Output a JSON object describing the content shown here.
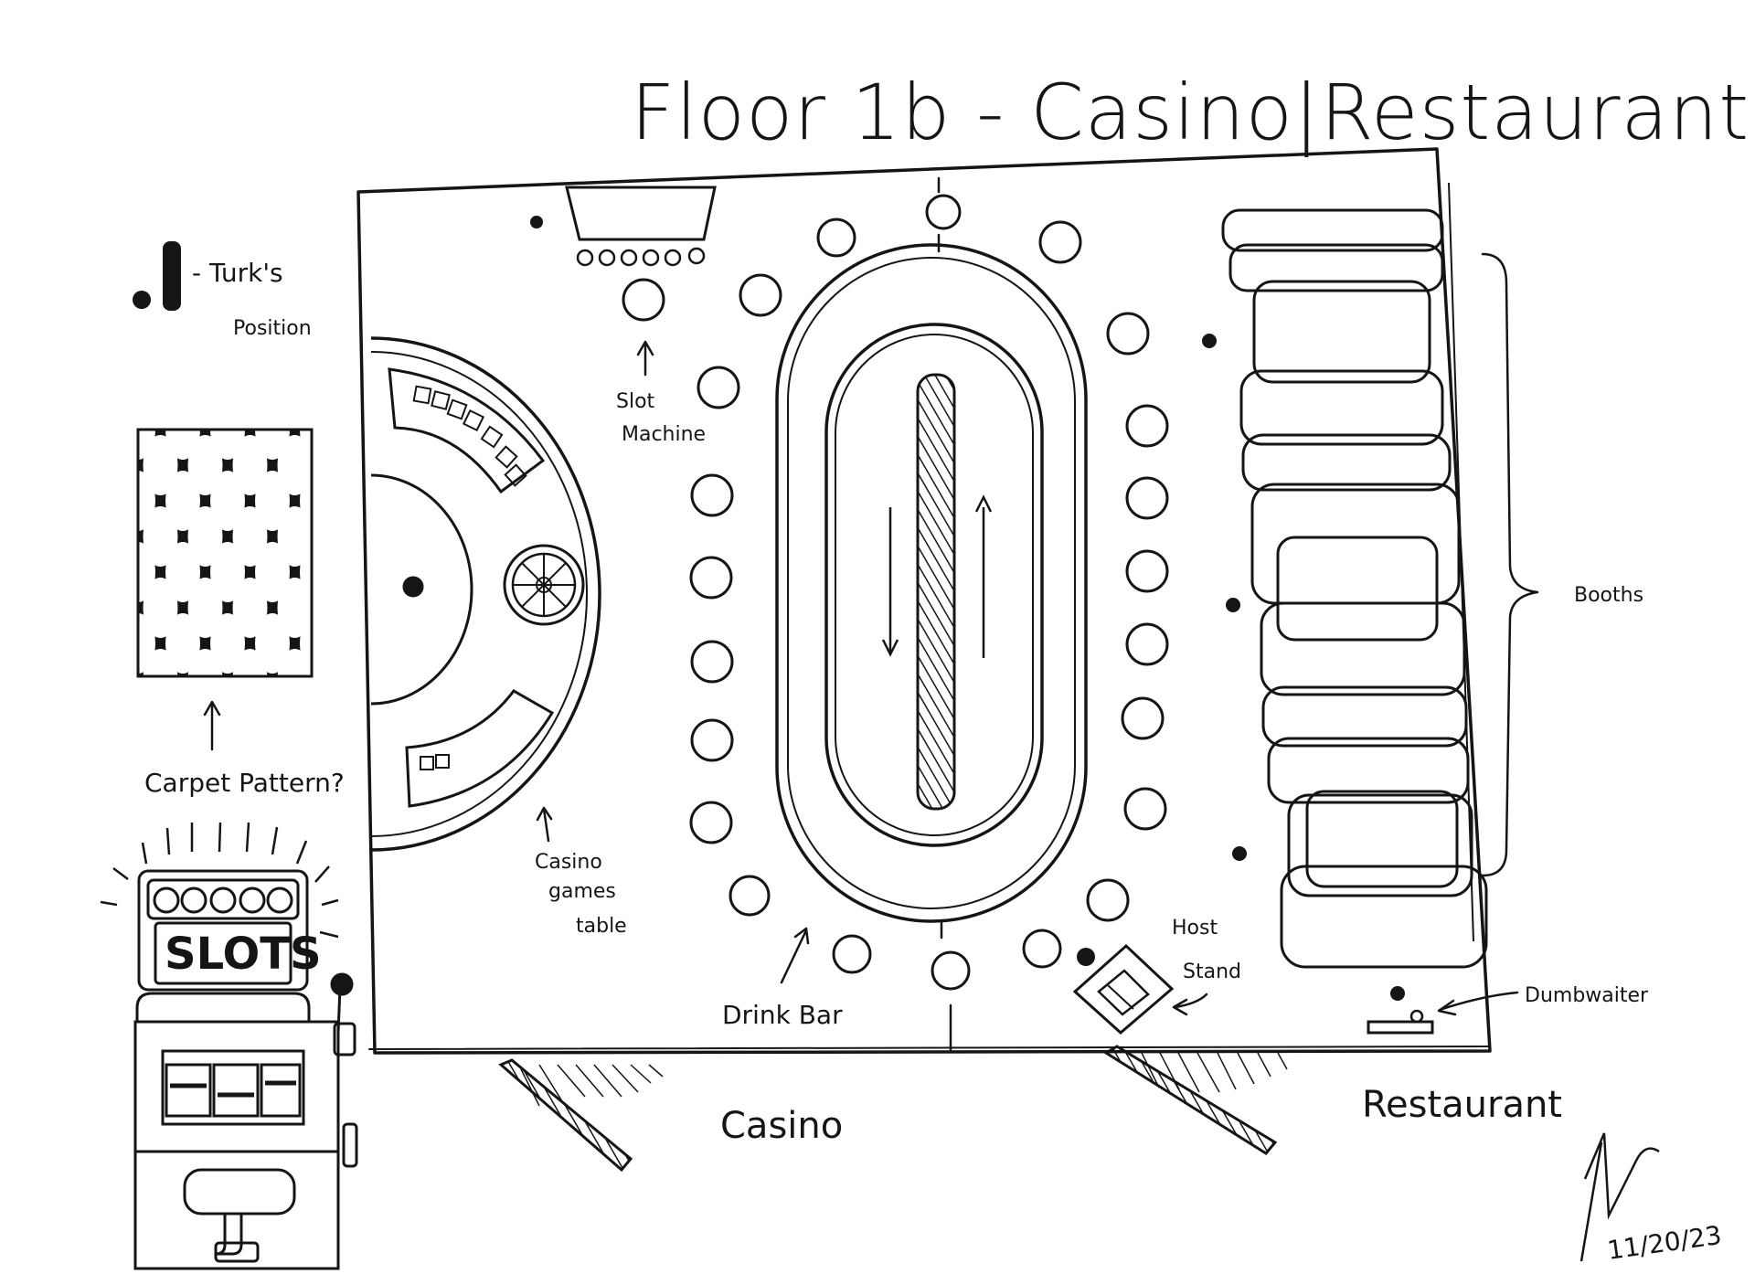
{
  "title": "Floor 1b - Casino|Restaurant",
  "legend": {
    "marker_label_line1": "- Turk's",
    "marker_label_line2": "Position",
    "carpet_caption": "Carpet Pattern?",
    "slots_sign": "SLOTS"
  },
  "labels": {
    "slot_machine_line1": "Slot",
    "slot_machine_line2": "Machine",
    "casino_table_line1": "Casino",
    "casino_table_line2": "games",
    "casino_table_line3": "table",
    "drink_bar": "Drink Bar",
    "host_stand_line1": "Host",
    "host_stand_line2": "Stand",
    "booths": "Booths",
    "dumbwaiter": "Dumbwaiter",
    "casino_area": "Casino",
    "restaurant_area": "Restaurant"
  },
  "date": "11/20/23",
  "colors": {
    "ink": "#151515",
    "paper": "#ffffff"
  }
}
